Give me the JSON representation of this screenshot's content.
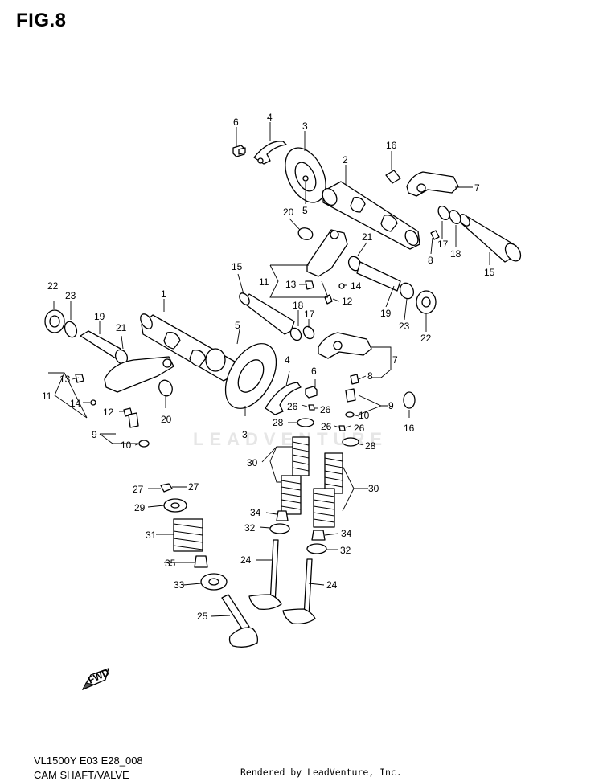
{
  "figure": {
    "title": "FIG.8"
  },
  "footer": {
    "model_code": "VL1500Y E03 E28_008",
    "section_name": "CAM SHAFT/VALVE",
    "rendered_by": "Rendered by LeadVenture, Inc."
  },
  "watermark": "LEADVENTURE",
  "fwd_label": "FWD",
  "callouts": [
    {
      "id": "c6a",
      "n": "6"
    },
    {
      "id": "c4a",
      "n": "4"
    },
    {
      "id": "c3a",
      "n": "3"
    },
    {
      "id": "c5a",
      "n": "5"
    },
    {
      "id": "c2",
      "n": "2"
    },
    {
      "id": "c16a",
      "n": "16"
    },
    {
      "id": "c7a",
      "n": "7"
    },
    {
      "id": "c20a",
      "n": "20"
    },
    {
      "id": "c21a",
      "n": "21"
    },
    {
      "id": "c17a",
      "n": "17"
    },
    {
      "id": "c8a",
      "n": "8"
    },
    {
      "id": "c18a",
      "n": "18"
    },
    {
      "id": "c15a",
      "n": "15"
    },
    {
      "id": "c15b",
      "n": "15"
    },
    {
      "id": "c11a",
      "n": "11"
    },
    {
      "id": "c13a",
      "n": "13"
    },
    {
      "id": "c14a",
      "n": "14"
    },
    {
      "id": "c12a",
      "n": "12"
    },
    {
      "id": "c18b",
      "n": "18"
    },
    {
      "id": "c17b",
      "n": "17"
    },
    {
      "id": "c19a",
      "n": "19"
    },
    {
      "id": "c23a",
      "n": "23"
    },
    {
      "id": "c22a",
      "n": "22"
    },
    {
      "id": "c22b",
      "n": "22"
    },
    {
      "id": "c23b",
      "n": "23"
    },
    {
      "id": "c1",
      "n": "1"
    },
    {
      "id": "c19b",
      "n": "19"
    },
    {
      "id": "c21b",
      "n": "21"
    },
    {
      "id": "c5b",
      "n": "5"
    },
    {
      "id": "c4b",
      "n": "4"
    },
    {
      "id": "c6b",
      "n": "6"
    },
    {
      "id": "c7b",
      "n": "7"
    },
    {
      "id": "c8b",
      "n": "8"
    },
    {
      "id": "c9a",
      "n": "9"
    },
    {
      "id": "c10a",
      "n": "10"
    },
    {
      "id": "c16b",
      "n": "16"
    },
    {
      "id": "c11b",
      "n": "11"
    },
    {
      "id": "c13b",
      "n": "13"
    },
    {
      "id": "c14b",
      "n": "14"
    },
    {
      "id": "c20b",
      "n": "20"
    },
    {
      "id": "c12b",
      "n": "12"
    },
    {
      "id": "c9b",
      "n": "9"
    },
    {
      "id": "c10b",
      "n": "10"
    },
    {
      "id": "c3b",
      "n": "3"
    },
    {
      "id": "c26a",
      "n": "26"
    },
    {
      "id": "c26b",
      "n": "26"
    },
    {
      "id": "c26c",
      "n": "26"
    },
    {
      "id": "c26d",
      "n": "26"
    },
    {
      "id": "c28a",
      "n": "28"
    },
    {
      "id": "c28b",
      "n": "28"
    },
    {
      "id": "c30a",
      "n": "30"
    },
    {
      "id": "c30b",
      "n": "30"
    },
    {
      "id": "c27a",
      "n": "27"
    },
    {
      "id": "c27b",
      "n": "27"
    },
    {
      "id": "c29",
      "n": "29"
    },
    {
      "id": "c31",
      "n": "31"
    },
    {
      "id": "c35",
      "n": "35"
    },
    {
      "id": "c33",
      "n": "33"
    },
    {
      "id": "c25",
      "n": "25"
    },
    {
      "id": "c34a",
      "n": "34"
    },
    {
      "id": "c32a",
      "n": "32"
    },
    {
      "id": "c34b",
      "n": "34"
    },
    {
      "id": "c32b",
      "n": "32"
    },
    {
      "id": "c24a",
      "n": "24"
    },
    {
      "id": "c24b",
      "n": "24"
    }
  ]
}
